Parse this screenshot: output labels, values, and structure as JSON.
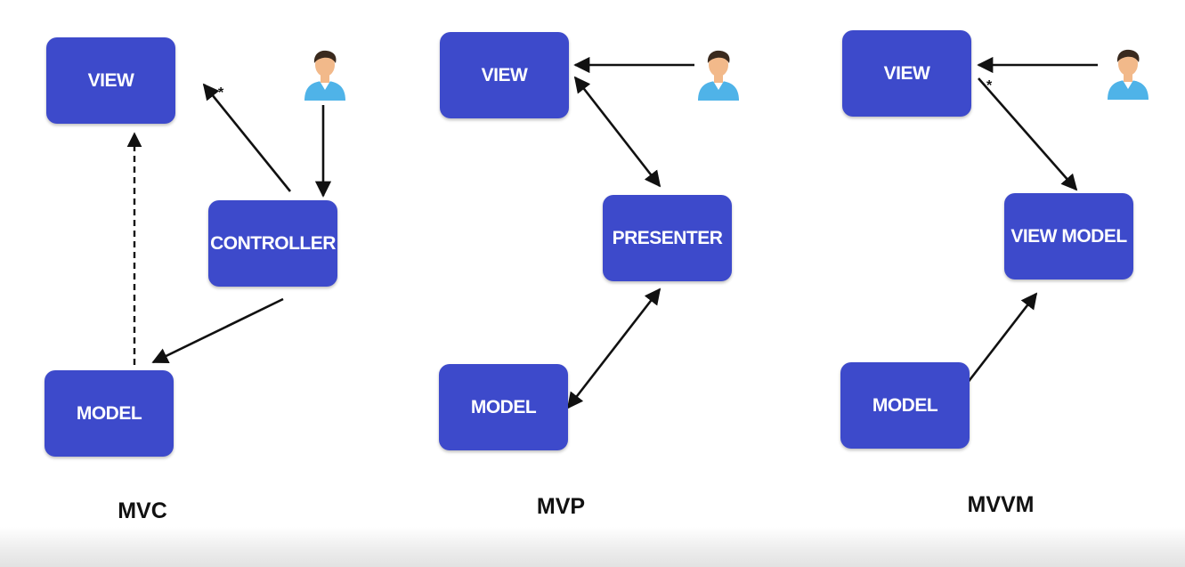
{
  "mvc": {
    "view": "VIEW",
    "controller": "CONTROLLER",
    "model": "MODEL",
    "caption": "MVC",
    "marker": "*"
  },
  "mvp": {
    "view": "VIEW",
    "presenter": "PRESENTER",
    "model": "MODEL",
    "caption": "MVP"
  },
  "mvvm": {
    "view": "VIEW",
    "view_model": "VIEW MODEL",
    "model": "MODEL",
    "caption": "MVVM",
    "marker": "*"
  },
  "colors": {
    "box": "#3d4acb",
    "box_text": "#ffffff",
    "arrow": "#111111",
    "user_shirt": "#4fb3e8",
    "user_hair": "#3a2a1e",
    "user_skin": "#f2b98a"
  },
  "icons": {
    "user": "user-icon"
  }
}
